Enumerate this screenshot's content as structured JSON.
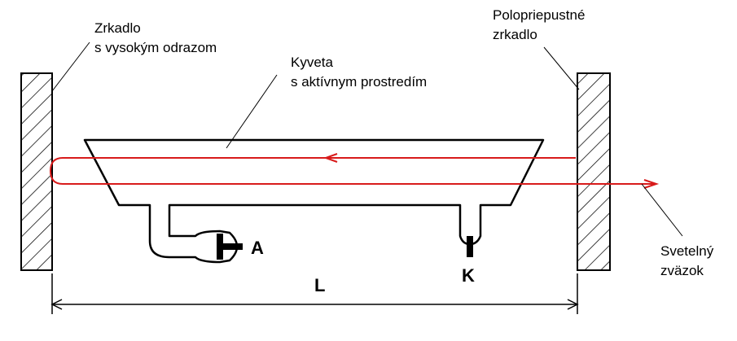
{
  "labels": {
    "left_mirror": [
      "Zrkadlo",
      "s vysokým odrazom"
    ],
    "right_mirror": [
      "Polopriepustné",
      "zrkadlo"
    ],
    "cuvette": [
      "Kyveta",
      "s aktívnym prostredím"
    ],
    "beam": [
      "Svetelný",
      "zväzok"
    ],
    "anode": "A",
    "cathode": "K",
    "length": "L"
  },
  "colors": {
    "beam": "#d81b1b",
    "line": "#000000",
    "background": "#ffffff"
  }
}
